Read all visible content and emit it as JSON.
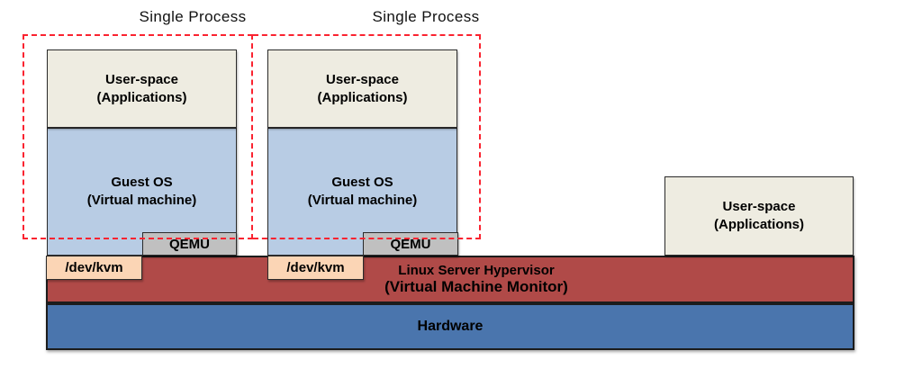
{
  "process_labels": [
    {
      "text": "Single Process"
    },
    {
      "text": "Single Process"
    }
  ],
  "vm_groups": [
    {
      "user_space": {
        "line1": "User-space",
        "line2": "(Applications)"
      },
      "guest_os": {
        "line1": "Guest OS",
        "line2": "(Virtual machine)"
      },
      "qemu_label": "QEMU",
      "dev_kvm_label": "/dev/kvm"
    },
    {
      "user_space": {
        "line1": "User-space",
        "line2": "(Applications)"
      },
      "guest_os": {
        "line1": "Guest OS",
        "line2": "(Virtual machine)"
      },
      "qemu_label": "QEMU",
      "dev_kvm_label": "/dev/kvm"
    }
  ],
  "host_user_space": {
    "line1": "User-space",
    "line2": "(Applications)"
  },
  "hypervisor": {
    "line1": "Linux Server Hypervisor",
    "line2": "(Virtual Machine Monitor)"
  },
  "hardware_label": "Hardware",
  "colors": {
    "user_space_fill": "#eeece1",
    "guest_os_fill": "#b8cce4",
    "qemu_fill": "#c0c0c0",
    "dev_kvm_fill": "#fbd5b5",
    "hypervisor_fill": "#b04a48",
    "hardware_fill": "#4a75ad",
    "process_boundary_dash": "#fa2330",
    "text": "#000000"
  }
}
